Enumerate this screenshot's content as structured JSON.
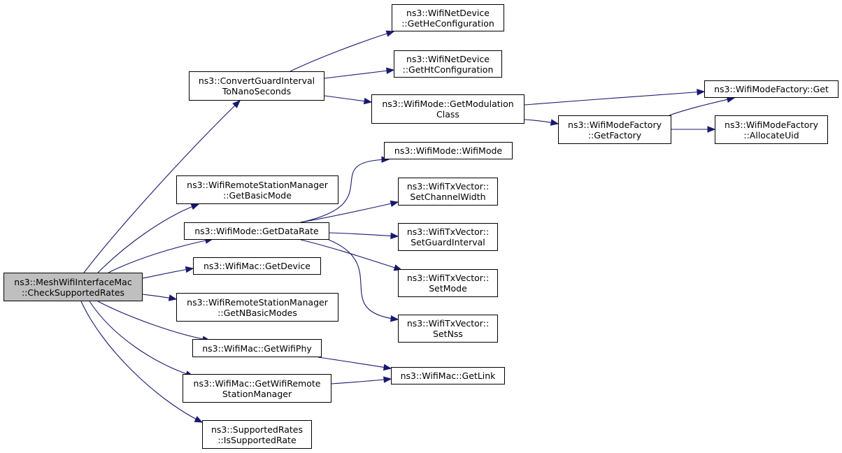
{
  "colors": {
    "edge": "#191970",
    "root_fill": "#bfbfbf",
    "node_fill": "#ffffff",
    "border": "#000000"
  },
  "nodes": {
    "root": {
      "lines": [
        "ns3::MeshWifiInterfaceMac",
        "::CheckSupportedRates"
      ]
    },
    "convert_guard": {
      "lines": [
        "ns3::ConvertGuardInterval",
        "ToNanoSeconds"
      ]
    },
    "get_he_config": {
      "lines": [
        "ns3::WifiNetDevice",
        "::GetHeConfiguration"
      ]
    },
    "get_ht_config": {
      "lines": [
        "ns3::WifiNetDevice",
        "::GetHtConfiguration"
      ]
    },
    "get_modulation": {
      "lines": [
        "ns3::WifiMode::GetModulation",
        "Class"
      ]
    },
    "factory_get": {
      "lines": [
        "ns3::WifiModeFactory::Get"
      ]
    },
    "get_factory": {
      "lines": [
        "ns3::WifiModeFactory",
        "::GetFactory"
      ]
    },
    "allocate_uid": {
      "lines": [
        "ns3::WifiModeFactory",
        "::AllocateUid"
      ]
    },
    "wifimode_ctor": {
      "lines": [
        "ns3::WifiMode::WifiMode"
      ]
    },
    "get_basic_mode": {
      "lines": [
        "ns3::WifiRemoteStationManager",
        "::GetBasicMode"
      ]
    },
    "get_data_rate": {
      "lines": [
        "ns3::WifiMode::GetDataRate"
      ]
    },
    "set_channel_width": {
      "lines": [
        "ns3::WifiTxVector::",
        "SetChannelWidth"
      ]
    },
    "set_guard_interval": {
      "lines": [
        "ns3::WifiTxVector::",
        "SetGuardInterval"
      ]
    },
    "get_device": {
      "lines": [
        "ns3::WifiMac::GetDevice"
      ]
    },
    "set_mode": {
      "lines": [
        "ns3::WifiTxVector::",
        "SetMode"
      ]
    },
    "get_n_basic_modes": {
      "lines": [
        "ns3::WifiRemoteStationManager",
        "::GetNBasicModes"
      ]
    },
    "set_nss": {
      "lines": [
        "ns3::WifiTxVector::",
        "SetNss"
      ]
    },
    "get_wifi_phy": {
      "lines": [
        "ns3::WifiMac::GetWifiPhy"
      ]
    },
    "get_link": {
      "lines": [
        "ns3::WifiMac::GetLink"
      ]
    },
    "get_wifi_remote_sm": {
      "lines": [
        "ns3::WifiMac::GetWifiRemote",
        "StationManager"
      ]
    },
    "is_supported_rate": {
      "lines": [
        "ns3::SupportedRates",
        "::IsSupportedRate"
      ]
    }
  },
  "edges": [
    [
      "root",
      "convert_guard"
    ],
    [
      "root",
      "get_basic_mode"
    ],
    [
      "root",
      "get_data_rate"
    ],
    [
      "root",
      "get_device"
    ],
    [
      "root",
      "get_n_basic_modes"
    ],
    [
      "root",
      "get_wifi_phy"
    ],
    [
      "root",
      "get_wifi_remote_sm"
    ],
    [
      "root",
      "is_supported_rate"
    ],
    [
      "convert_guard",
      "get_he_config"
    ],
    [
      "convert_guard",
      "get_ht_config"
    ],
    [
      "convert_guard",
      "get_modulation"
    ],
    [
      "get_modulation",
      "factory_get"
    ],
    [
      "get_modulation",
      "get_factory"
    ],
    [
      "get_factory",
      "factory_get"
    ],
    [
      "get_factory",
      "allocate_uid"
    ],
    [
      "get_data_rate",
      "wifimode_ctor"
    ],
    [
      "get_data_rate",
      "set_channel_width"
    ],
    [
      "get_data_rate",
      "set_guard_interval"
    ],
    [
      "get_data_rate",
      "set_mode"
    ],
    [
      "get_data_rate",
      "set_nss"
    ],
    [
      "get_wifi_phy",
      "get_link"
    ],
    [
      "get_wifi_remote_sm",
      "get_link"
    ]
  ]
}
